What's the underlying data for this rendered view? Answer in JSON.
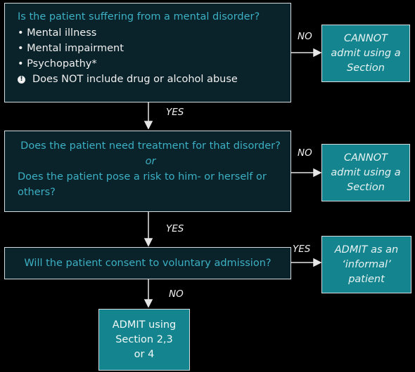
{
  "question1": {
    "title": "Is the patient suffering from a mental disorder?",
    "bullets": [
      "Mental illness",
      "Mental impairment",
      "Psychopathy*"
    ],
    "warning": "Does NOT include drug or alcohol abuse"
  },
  "question2": {
    "line1": "Does the patient need treatment for that disorder?",
    "or": "or",
    "line2": "Does the patient pose a risk to him- or herself or others?"
  },
  "question3": {
    "text": "Will the patient consent to voluntary admission?"
  },
  "outcomes": {
    "cannot1": "CANNOT admit using a Section",
    "cannot2": "CANNOT admit using a Section",
    "informal": "ADMIT as an ‘informal’ patient",
    "section": "ADMIT using Section 2,3 or 4"
  },
  "edge_labels": {
    "no1": "NO",
    "yes1": "YES",
    "no2": "NO",
    "yes2": "YES",
    "yes3": "YES",
    "no3": "NO"
  }
}
